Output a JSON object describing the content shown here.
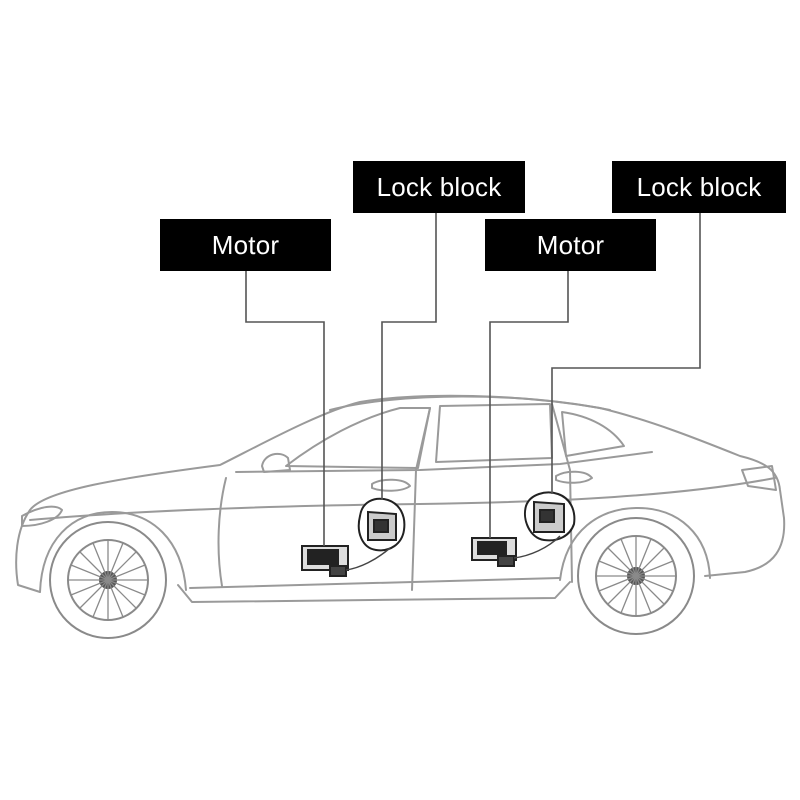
{
  "labels": {
    "motor_front": "Motor",
    "lock_front": "Lock block",
    "motor_rear": "Motor",
    "lock_rear": "Lock block"
  },
  "colors": {
    "background": "#ffffff",
    "label_box": "#000000",
    "label_text": "#ffffff",
    "outline": "#9a9a9a",
    "leader": "#555555"
  },
  "icons": {
    "car": "sedan-side-view",
    "motor": "door-lock-motor",
    "lock": "door-lock-block"
  }
}
